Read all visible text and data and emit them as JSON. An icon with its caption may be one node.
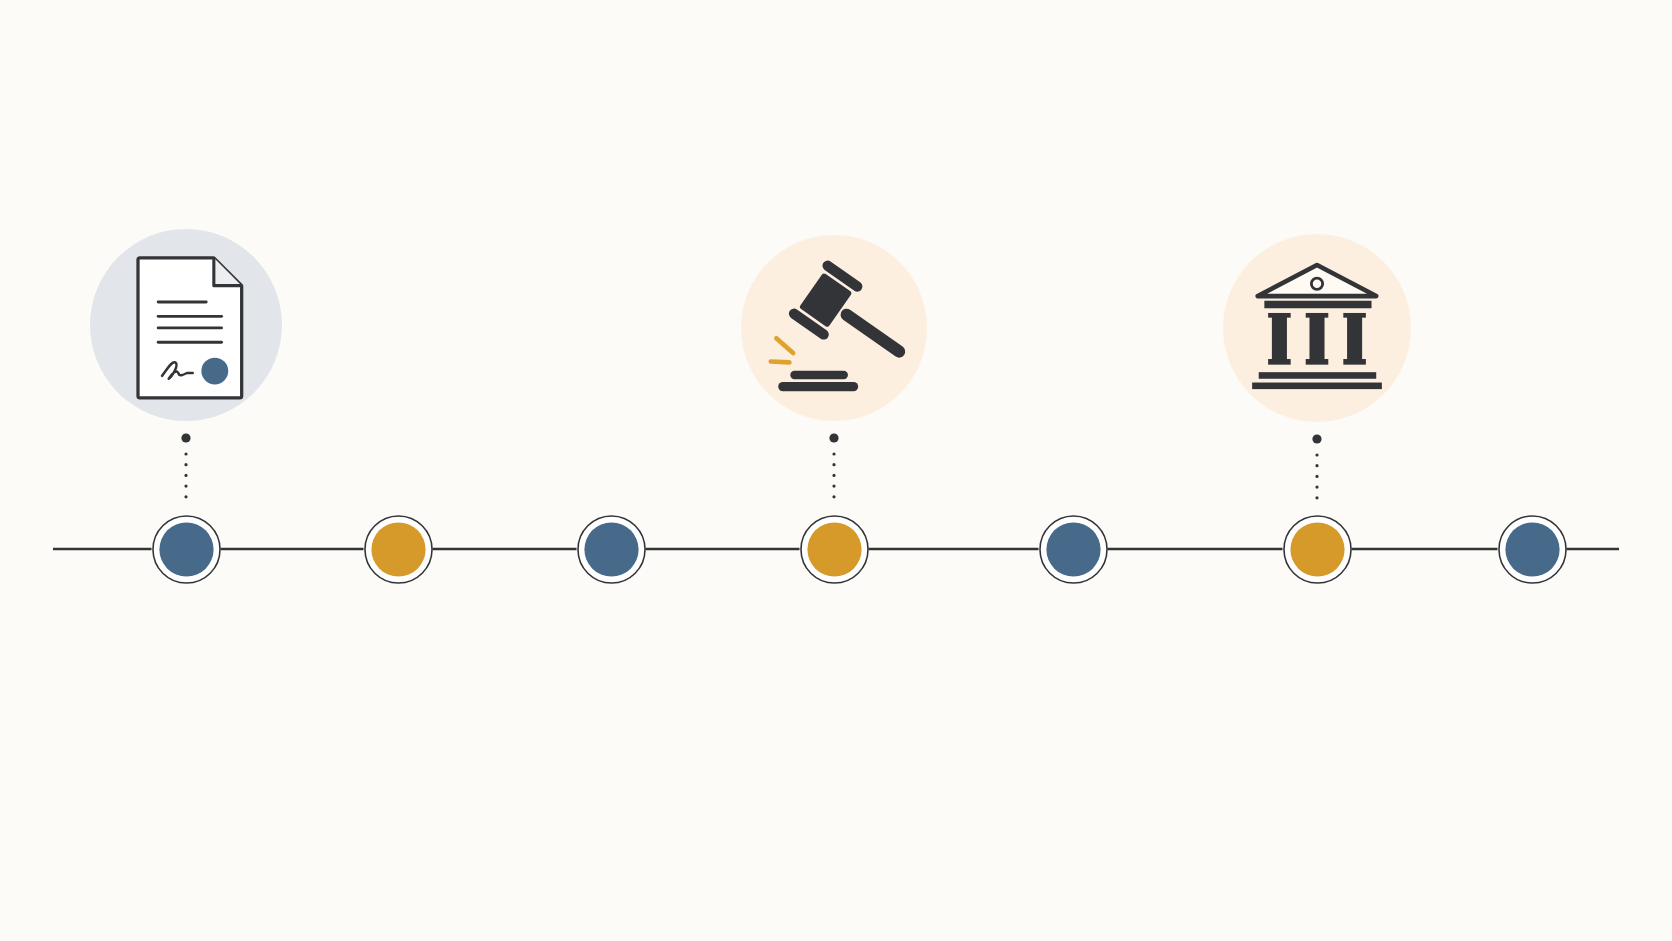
{
  "diagram": {
    "nodes": [
      {
        "text": [],
        "shape": "picture"
      },
      {
        "text": [],
        "shape": "picture"
      },
      {
        "text": [],
        "shape": "picture"
      },
      {
        "text": [],
        "shape": "circle"
      },
      {
        "text": [],
        "shape": "circle"
      },
      {
        "text": [],
        "shape": "circle"
      },
      {
        "text": [],
        "shape": "circle"
      },
      {
        "text": [],
        "shape": "circle"
      },
      {
        "text": [],
        "shape": "circle"
      },
      {
        "text": [],
        "shape": "circle"
      }
    ],
    "edges": [
      {
        "from": null,
        "to": 3,
        "arrow": "none"
      },
      {
        "from": 3,
        "to": 4,
        "arrow": "none"
      },
      {
        "from": 4,
        "to": 5,
        "arrow": "none"
      },
      {
        "from": 5,
        "to": 6,
        "arrow": "none"
      },
      {
        "from": 6,
        "to": 7,
        "arrow": "none"
      },
      {
        "from": 7,
        "to": 8,
        "arrow": "none"
      },
      {
        "from": 8,
        "to": 9,
        "arrow": "none"
      },
      {
        "from": 9,
        "to": null,
        "arrow": "none"
      },
      {
        "from": 0,
        "to": 3,
        "arrow": "other",
        "style": "dashed"
      },
      {
        "from": 1,
        "to": 6,
        "arrow": "other",
        "style": "dashed"
      },
      {
        "from": 2,
        "to": 8,
        "arrow": "other",
        "style": "dashed"
      }
    ]
  }
}
